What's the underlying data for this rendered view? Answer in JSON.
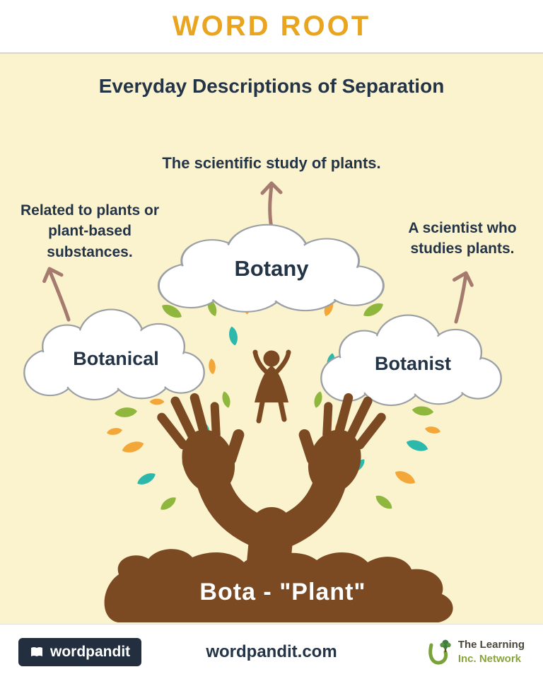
{
  "header": {
    "title": "WORD ROOT"
  },
  "subtitle": "Everyday Descriptions of Separation",
  "clouds": {
    "center": {
      "label": "Botany",
      "lines": [
        "The scientific study of plants."
      ]
    },
    "left": {
      "label": "Botanical",
      "lines": [
        "Related to plants or",
        "plant-based",
        "substances."
      ]
    },
    "right": {
      "label": "Botanist",
      "lines": [
        "A scientist who",
        "studies plants."
      ]
    }
  },
  "root": {
    "label": "Bota - \"Plant\""
  },
  "footer": {
    "brand": "wordpandit",
    "website": "wordpandit.com",
    "network_line1": "The Learning",
    "network_line2": "Inc. Network"
  },
  "icons": {
    "brand_icon": "open-book-icon",
    "network_icon": "tree-u-icon"
  },
  "colors": {
    "accent": "#E9A51F",
    "background": "#FBF2CE",
    "text": "#243447",
    "tree": "#7B4A23",
    "teal": "#2CB9AC",
    "orange": "#F3A738",
    "green": "#8FB73E",
    "arrow": "#A67B6F",
    "navy": "#232F3E",
    "network_green": "#8AA43C",
    "cloud_stroke": "#9aa0a6"
  }
}
